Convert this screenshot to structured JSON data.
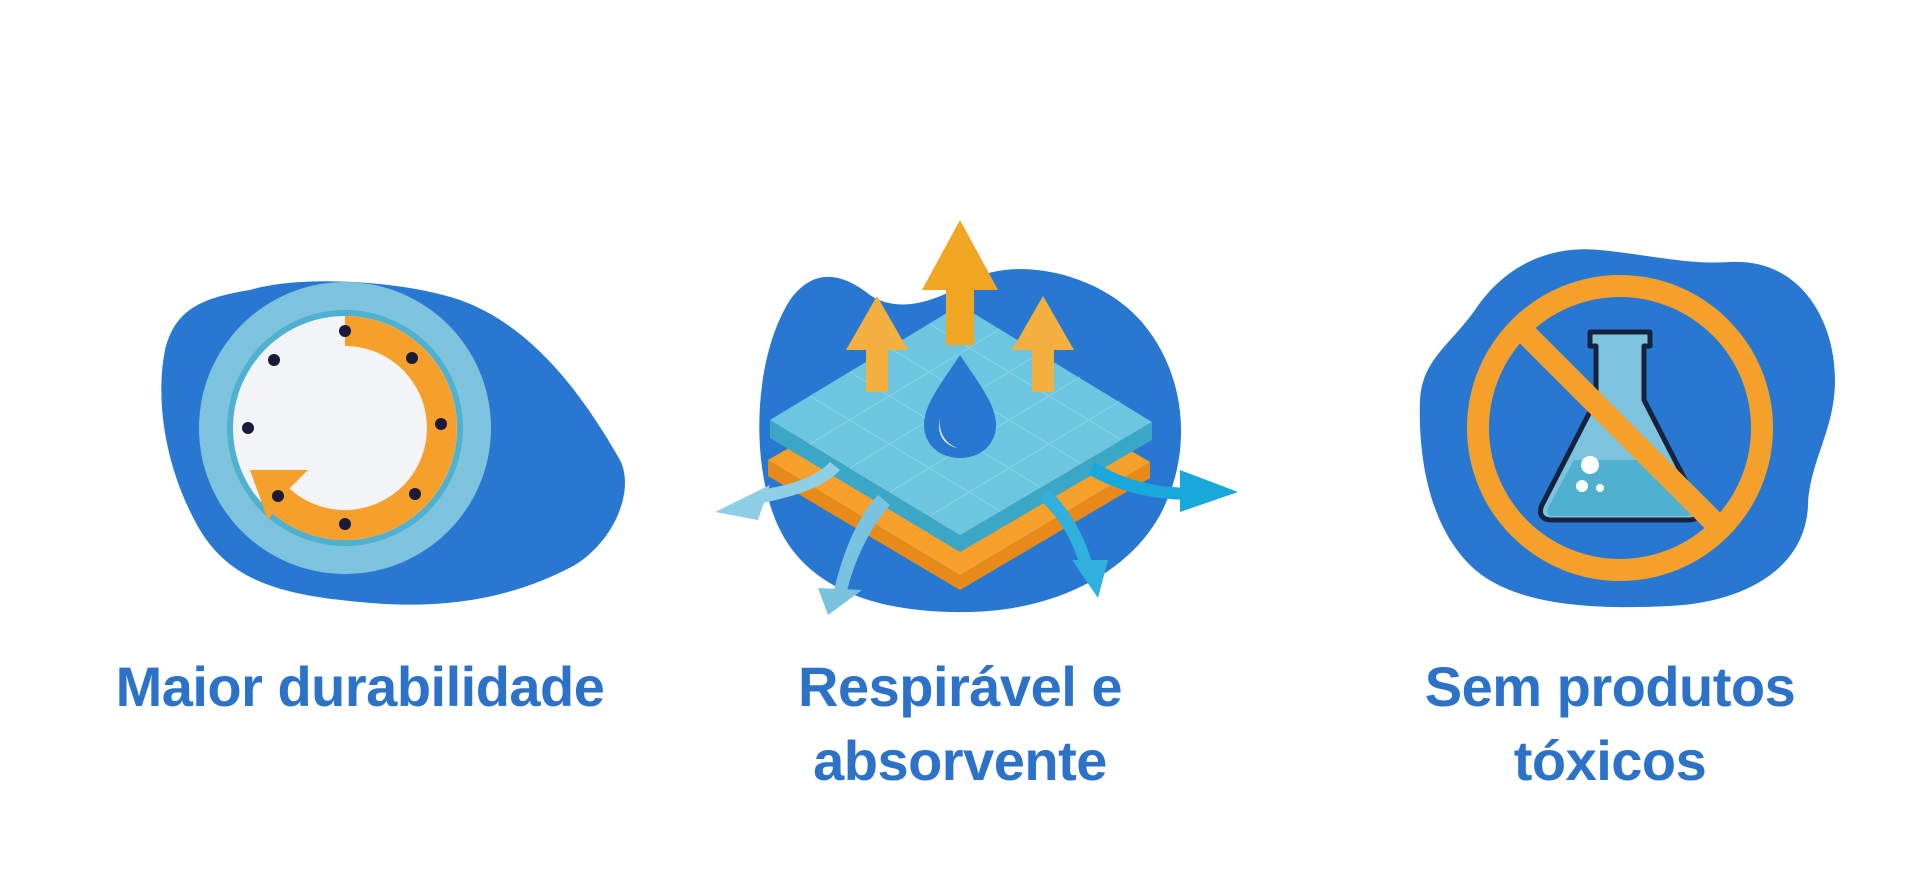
{
  "colors": {
    "blob": "#2878d2",
    "orange": "#f6a02c",
    "orange_dark": "#e88a1a",
    "light_blue": "#7ec3de",
    "teal": "#5bbfd8",
    "cyan_arrow": "#18a8dc",
    "label": "#2b72c8",
    "off_white": "#f3f4f8",
    "navy": "#1a1a3a"
  },
  "features": [
    {
      "icon": "durability-clock-icon",
      "lines": [
        "Maior durabilidade"
      ]
    },
    {
      "icon": "breathable-layers-icon",
      "lines": [
        "Respirável e",
        "absorvente"
      ]
    },
    {
      "icon": "no-chemicals-icon",
      "lines": [
        "Sem produtos",
        "tóxicos"
      ]
    }
  ]
}
